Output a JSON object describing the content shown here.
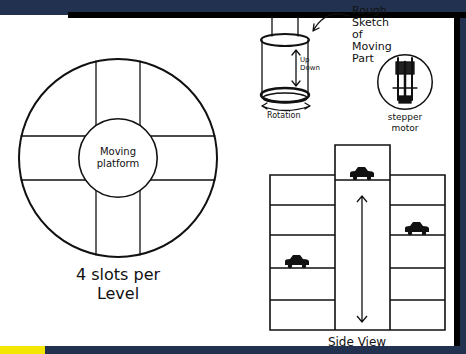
{
  "diagram": {
    "nodes": [
      {
        "text": [
          "4 slots per Level"
        ]
      },
      {
        "text": [
          "Moving platform"
        ],
        "in": 0
      },
      {
        "text": [
          "stepper motor"
        ]
      },
      {
        "text": [
          "Side View"
        ]
      }
    ],
    "labels": [
      "Rough Sketch of Moving Part",
      "Up Down",
      "Rotation"
    ]
  }
}
